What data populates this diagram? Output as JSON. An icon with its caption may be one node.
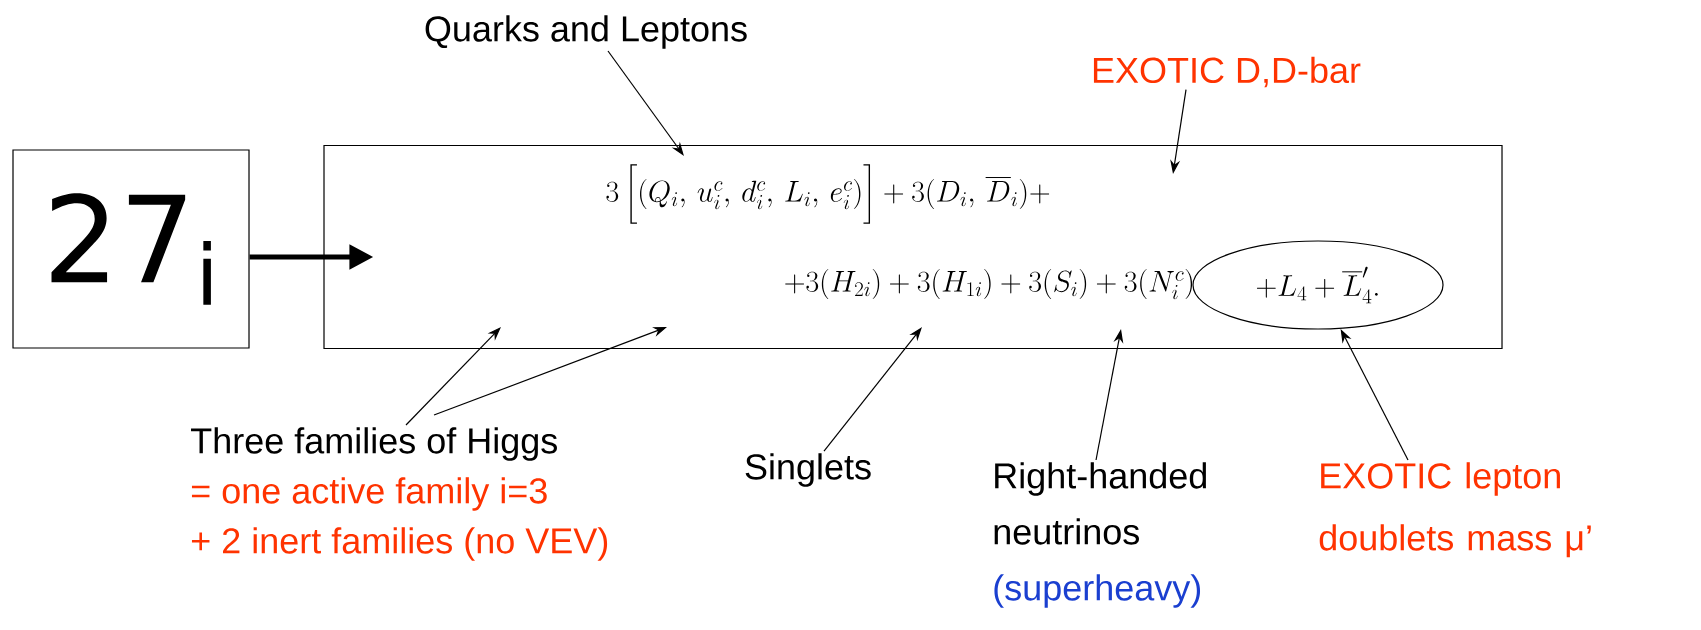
{
  "diagram": {
    "nodes": [
      {
        "text": [
          "27$_{i}$"
        ]
      },
      {
        "text": [
          "3\\left[\\vphantom{\\Big|}(Q_i,\\, u_i^c,\\, d_i^c,\\, L_i,\\, e_i^c)\\right] + 3(D_i,\\, \\overline{D}_i)+",
          "+3(H_{2i}) + 3(H_{1i}) + 3(S_i) + 3(N_i^c)"
        ]
      },
      {
        "text": [
          "+L_4 + \\overline{L}_4'."
        ],
        "in": 1
      },
      {
        "text": [
          "Quarks and Leptons"
        ]
      },
      {
        "text": [
          "EXOTIC D,D-bar"
        ]
      },
      {
        "text": [
          "Three families of Higgs",
          "= one active family i=3",
          "+ 2 inert families (no VEV)"
        ]
      },
      {
        "text": [
          "Singlets"
        ]
      },
      {
        "text": [
          "Right-handed neutrinos",
          "(superheavy)"
        ]
      },
      {
        "text": [
          "EXOTIC lepton doublets mass μ’"
        ]
      }
    ],
    "edges": [
      {
        "from": 0,
        "to": 1,
        "arrow": "to",
        "style": "thick"
      },
      {
        "from": 3,
        "to": 1,
        "arrow": "to"
      },
      {
        "from": 4,
        "to": 1,
        "arrow": "to"
      },
      {
        "from": 5,
        "to": 1,
        "arrow": "to"
      },
      {
        "from": 5,
        "to": 1,
        "arrow": "to"
      },
      {
        "from": 6,
        "to": 1,
        "arrow": "to"
      },
      {
        "from": 7,
        "to": 1,
        "arrow": "to"
      },
      {
        "from": 8,
        "to": 2,
        "arrow": "to"
      }
    ]
  }
}
